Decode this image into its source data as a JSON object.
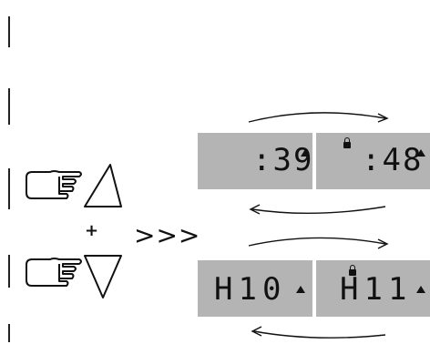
{
  "buttons": {
    "up_label": "",
    "down_label": ""
  },
  "operators": {
    "plus": "+",
    "arrows": ">>>"
  },
  "displays": {
    "top_left": {
      "text": ":39",
      "indicator": "up-triangle"
    },
    "top_right": {
      "text": ":48",
      "indicator": "up-triangle",
      "icon": "lock-icon"
    },
    "bottom_left": {
      "text": "H10",
      "indicator": "up-triangle"
    },
    "bottom_right": {
      "text": "H11",
      "indicator": "up-triangle",
      "icon": "lock-icon"
    }
  },
  "colors": {
    "lcd_background": "#b4b4b4",
    "ink": "#111111"
  }
}
